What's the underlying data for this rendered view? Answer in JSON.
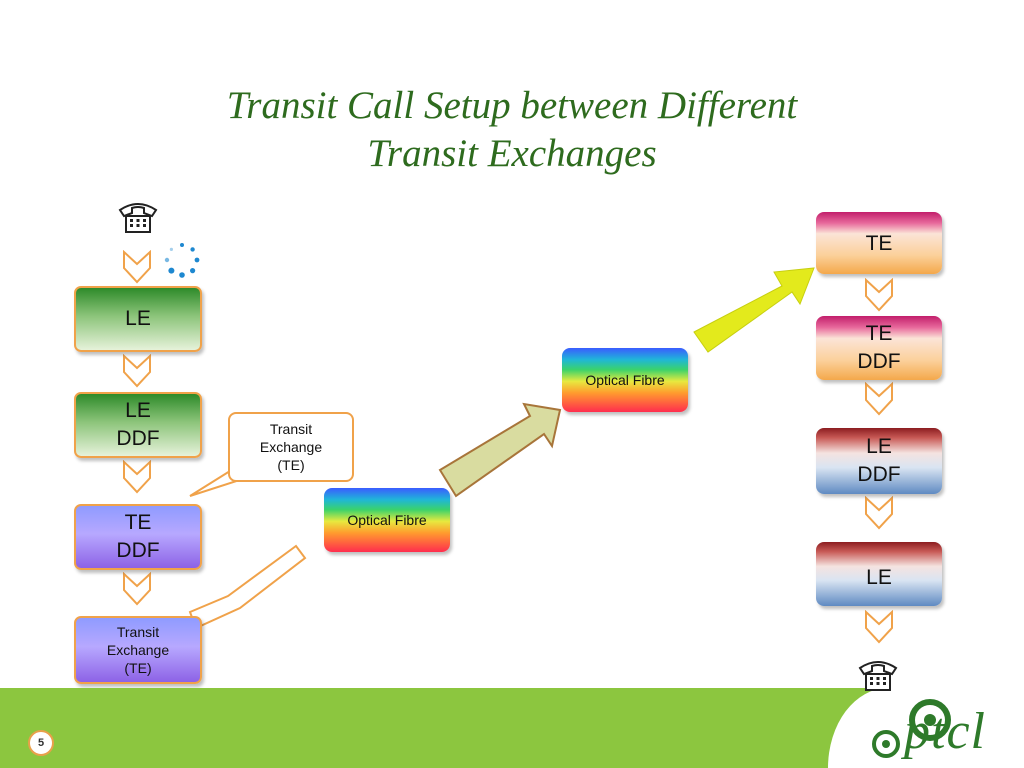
{
  "title_line1": "Transit Call Setup between Different",
  "title_line2": "Transit Exchanges",
  "left": {
    "le": "LE",
    "le_ddf_1": "LE",
    "le_ddf_2": "DDF",
    "te_ddf_1": "TE",
    "te_ddf_2": "DDF",
    "te_1": "Transit",
    "te_2": "Exchange",
    "te_3": "(TE)"
  },
  "callout": {
    "l1": "Transit",
    "l2": "Exchange",
    "l3": "(TE)"
  },
  "optical1": "Optical Fibre",
  "optical2": "Optical Fibre",
  "right": {
    "te": "TE",
    "te_ddf_1": "TE",
    "te_ddf_2": "DDF",
    "le_ddf_1": "LE",
    "le_ddf_2": "DDF",
    "le": "LE"
  },
  "footer": {
    "page": "5",
    "logo": "ptcl"
  },
  "icons": {
    "phone": "telephone-icon",
    "loading": "loading-spinner-icon",
    "chevron": "chevron-down-icon"
  },
  "colors": {
    "title": "#2e6b1e",
    "border": "#f0a24a",
    "footer": "#8cc63f"
  }
}
